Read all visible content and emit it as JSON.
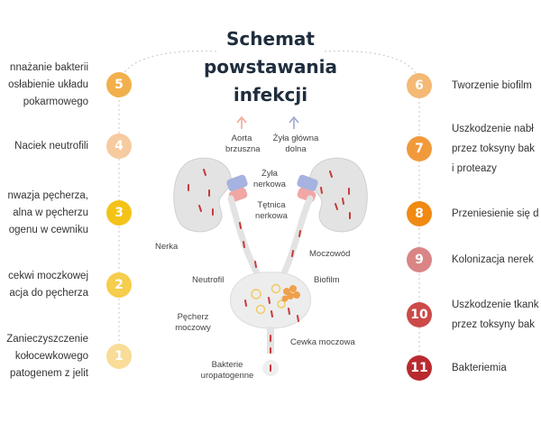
{
  "title": "Schemat powstawania infekcji",
  "left_steps": [
    {
      "n": "5",
      "lines": [
        "nnażanie bakterii",
        "osłabienie układu",
        "pokarmowego"
      ],
      "color": "#f2b04c"
    },
    {
      "n": "4",
      "lines": [
        "Naciek neutrofili"
      ],
      "color": "#f7cba0"
    },
    {
      "n": "3",
      "lines": [
        "nwazja pęcherza,",
        "alna w pęcherzu",
        "ogenu w cewniku"
      ],
      "color": "#f4c318"
    },
    {
      "n": "2",
      "lines": [
        "cekwi moczkowej",
        "acja do pęcherza"
      ],
      "color": "#f6cd4c"
    },
    {
      "n": "1",
      "lines": [
        "Zanieczyszczenie",
        "kołocewkowego",
        "patogenem z jelit"
      ],
      "color": "#f8dc98"
    }
  ],
  "right_steps": [
    {
      "n": "6",
      "lines": [
        "Tworzenie biofilm"
      ],
      "color": "#f4b974"
    },
    {
      "n": "7",
      "lines": [
        "Uszkodzenie nabł",
        "przez toksyny bak",
        "i proteazy"
      ],
      "color": "#f19a3c"
    },
    {
      "n": "8",
      "lines": [
        "Przeniesienie się d"
      ],
      "color": "#f08a12"
    },
    {
      "n": "9",
      "lines": [
        "Kolonizacja nerek"
      ],
      "color": "#d98585"
    },
    {
      "n": "10",
      "lines": [
        "Uszkodzenie tkank",
        "przez toksyny bak"
      ],
      "color": "#cc4a48"
    },
    {
      "n": "11",
      "lines": [
        "Bakteriemia"
      ],
      "color": "#b92a2f"
    }
  ],
  "labels": {
    "aorta": "Aorta\nbrzuszna",
    "vena": "Żyła główna\ndolna",
    "renal_vein": "Żyła\nnerkowa",
    "renal_artery": "Tętnica\nnerkowa",
    "kidney": "Nerka",
    "ureter": "Moczowód",
    "neutrophil": "Neutrofil",
    "biofilm": "Biofilm",
    "bladder": "Pęcherz\nmoczowy",
    "urethra": "Cewka moczowa",
    "bacteria": "Bakterie\nuropatogenne"
  },
  "colors": {
    "artery_arrow": "#f0a898",
    "vein_arrow": "#a0a8cf",
    "kidney_fill": "#e3e3e3",
    "bacteria": "#c83a3a",
    "vein": "#a6b2df",
    "artery": "#f0a7a5"
  }
}
